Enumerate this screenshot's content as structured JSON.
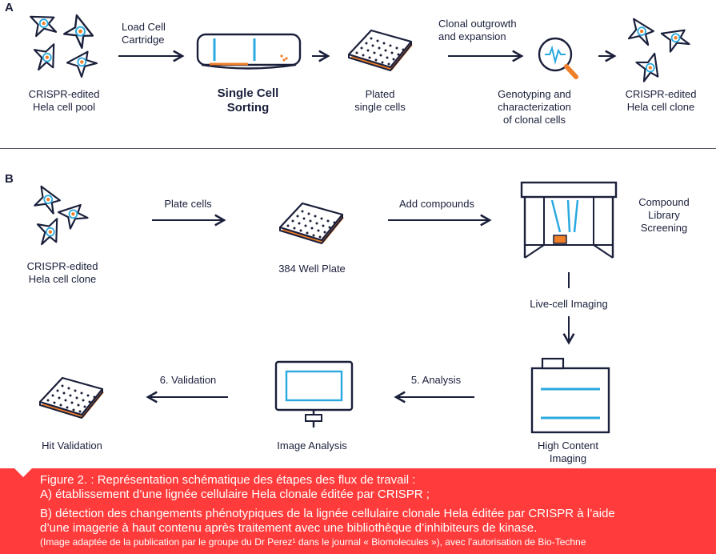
{
  "section_a": {
    "label": "A",
    "pool": [
      "CRISPR-edited",
      "Hela cell pool"
    ],
    "load": [
      "Load Cell",
      "Cartridge"
    ],
    "sorting": [
      "Single Cell",
      "Sorting"
    ],
    "plated": [
      "Plated",
      "single cells"
    ],
    "outgrowth": [
      "Clonal outgrowth",
      "and expansion"
    ],
    "genotyping": [
      "Genotyping and",
      "characterization",
      "of clonal cells"
    ],
    "clone": [
      "CRISPR-edited",
      "Hela cell clone"
    ]
  },
  "section_b": {
    "label": "B",
    "clone": [
      "CRISPR-edited",
      "Hela cell clone"
    ],
    "plate_cells": "Plate cells",
    "well_plate": "384 Well Plate",
    "add_compounds": "Add compounds",
    "screening": [
      "Compound",
      "Library",
      "Screening"
    ],
    "live_cell": "Live-cell Imaging",
    "hci": [
      "High Content",
      "Imaging"
    ],
    "analysis_step": "5. Analysis",
    "image_analysis": "Image Analysis",
    "validation_step": "6. Validation",
    "hit_validation": "Hit Validation"
  },
  "caption": {
    "line1": "Figure 2. : Représentation schématique des étapes des flux de travail :",
    "line2": "A) établissement d’une lignée cellulaire Hela clonale éditée par CRISPR ;",
    "line3": "B) détection des changements phénotypiques de la lignée cellulaire clonale Hela éditée par CRISPR à l’aide",
    "line4": "d’une imagerie à haut contenu après traitement avec une bibliothèque d’inhibiteurs de kinase.",
    "line5": "(Image adaptée de la publication par le groupe du Dr Perez¹ dans le journal « Biomolecules »), avec l’autorisation de Bio-Techne"
  },
  "colors": {
    "navy": "#1a1f3a",
    "blue": "#2aa9e0",
    "orange": "#f07f2a",
    "caption_bg": "#ff3b3b"
  }
}
